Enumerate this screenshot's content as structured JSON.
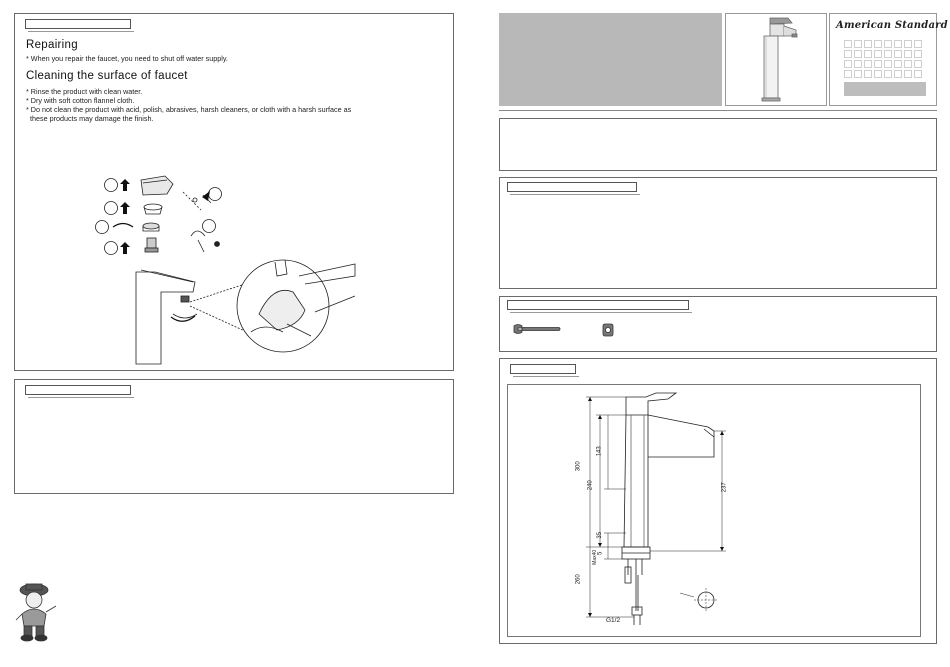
{
  "left_panel": {
    "repairing_title": "Repairing",
    "repairing_note": "* When you repair the faucet, you need to shut off water supply.",
    "cleaning_title": "Cleaning the surface of faucet",
    "cleaning_lines": [
      "* Rinse the product with clean water.",
      "* Dry with soft cotton flannel cloth.",
      "* Do not clean the product with acid, polish, abrasives, harsh cleaners, or cloth with a harsh surface as",
      "  these products may damage the finish."
    ]
  },
  "brand": {
    "logo_text": "American Standard"
  },
  "dimensions": {
    "v300": "300",
    "v240": "240",
    "v143": "143",
    "v35": "35",
    "v5": "5",
    "v237": "237",
    "v260": "260",
    "vmax": "Max40",
    "thread": "G1/2"
  },
  "colors": {
    "header_gray": "#b8b8b8",
    "border": "#6a6a6a"
  }
}
